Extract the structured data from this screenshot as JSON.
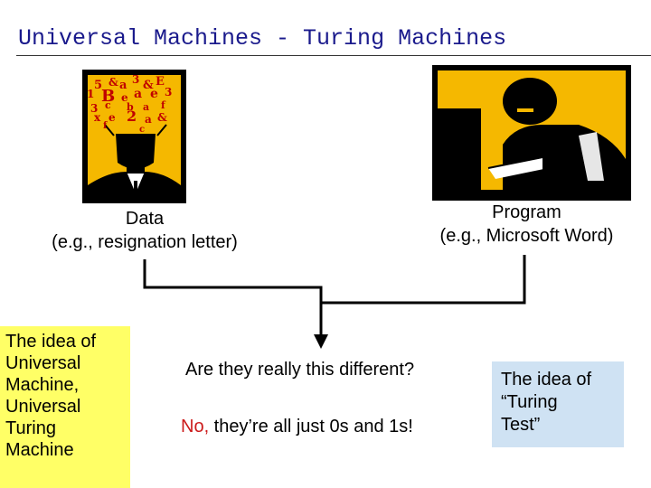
{
  "title": "Universal Machines - Turing Machines",
  "data_caption": [
    "Data",
    "(e.g., resignation letter)"
  ],
  "program_caption": [
    "Program",
    "(e.g., Microsoft Word)"
  ],
  "question": "Are they really this different?",
  "answer": {
    "prefix": "No,",
    "rest": " they’re all just 0s and 1s!"
  },
  "idea_universal": [
    "The idea of",
    "Universal",
    "Machine,",
    "Universal",
    "Turing",
    "Machine"
  ],
  "idea_turing": [
    "The idea of",
    "“Turing",
    "Test”"
  ],
  "colors": {
    "title": "#1a1a8c",
    "clipart_yellow": "#f5b800",
    "idea_universal_bg": "#ffff66",
    "idea_turing_bg": "#cfe2f3",
    "answer_no": "#cc1a1a"
  },
  "icons": [
    "head-with-letters-clipart",
    "person-at-computer-clipart",
    "down-arrow-icon"
  ]
}
